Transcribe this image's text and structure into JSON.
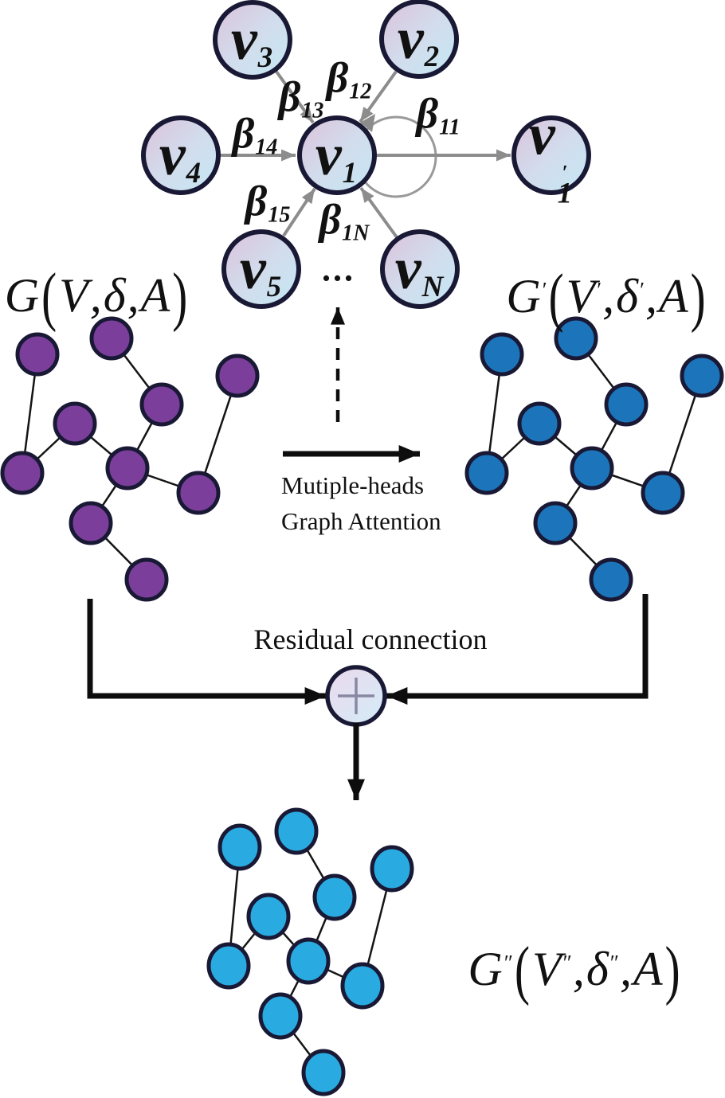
{
  "star": {
    "nodes": [
      {
        "id": "v3",
        "segs": [
          {
            "t": "v"
          },
          {
            "t": "3",
            "c": "sub"
          }
        ]
      },
      {
        "id": "v2",
        "segs": [
          {
            "t": "v"
          },
          {
            "t": "2",
            "c": "sub"
          }
        ]
      },
      {
        "id": "v4",
        "segs": [
          {
            "t": "v"
          },
          {
            "t": "4",
            "c": "sub"
          }
        ]
      },
      {
        "id": "v1",
        "segs": [
          {
            "t": "v"
          },
          {
            "t": "1",
            "c": "sub"
          }
        ]
      },
      {
        "id": "v1-prime",
        "segs": [
          {
            "t": "v"
          },
          {
            "c": "stack",
            "top": "′",
            "bot": "1"
          }
        ]
      },
      {
        "id": "v5",
        "segs": [
          {
            "t": "v"
          },
          {
            "t": "5",
            "c": "sub"
          }
        ]
      },
      {
        "id": "vN",
        "segs": [
          {
            "t": "v"
          },
          {
            "t": "N",
            "c": "sub"
          }
        ]
      }
    ],
    "betas": [
      {
        "id": "b13",
        "segs": [
          {
            "t": "β"
          },
          {
            "t": "13",
            "c": "sub"
          }
        ]
      },
      {
        "id": "b12",
        "segs": [
          {
            "t": "β"
          },
          {
            "t": "12",
            "c": "sub"
          }
        ]
      },
      {
        "id": "b14",
        "segs": [
          {
            "t": "β"
          },
          {
            "t": "14",
            "c": "sub"
          }
        ]
      },
      {
        "id": "b11",
        "segs": [
          {
            "t": "β"
          },
          {
            "t": "11",
            "c": "sub"
          }
        ]
      },
      {
        "id": "b15",
        "segs": [
          {
            "t": "β"
          },
          {
            "t": "15",
            "c": "sub"
          }
        ]
      },
      {
        "id": "b1N",
        "segs": [
          {
            "t": "β"
          },
          {
            "t": "1N",
            "c": "sub"
          }
        ]
      }
    ],
    "ellipsis": "..."
  },
  "formulas": {
    "input": {
      "segs": [
        {
          "t": "G"
        },
        {
          "t": "(",
          "c": "paren"
        },
        {
          "t": "V"
        },
        {
          "t": ","
        },
        {
          "t": "δ"
        },
        {
          "t": ","
        },
        {
          "t": "A"
        },
        {
          "t": ")",
          "c": "paren"
        }
      ]
    },
    "hidden": {
      "segs": [
        {
          "t": "G"
        },
        {
          "t": "′",
          "c": "sup"
        },
        {
          "t": "(",
          "c": "paren"
        },
        {
          "t": "V"
        },
        {
          "t": "′",
          "c": "sup"
        },
        {
          "t": ","
        },
        {
          "t": "δ"
        },
        {
          "t": "′",
          "c": "sup"
        },
        {
          "t": ","
        },
        {
          "t": "A"
        },
        {
          "t": ")",
          "c": "paren"
        }
      ]
    },
    "output": {
      "segs": [
        {
          "t": "G"
        },
        {
          "t": "″",
          "c": "sup"
        },
        {
          "t": "(",
          "c": "paren"
        },
        {
          "t": "V"
        },
        {
          "t": "″",
          "c": "sup"
        },
        {
          "t": ","
        },
        {
          "t": "δ"
        },
        {
          "t": "″",
          "c": "sup"
        },
        {
          "t": ","
        },
        {
          "t": "A"
        },
        {
          "t": ")",
          "c": "paren"
        }
      ]
    }
  },
  "captions": {
    "attention_line1": "Mutiple-heads",
    "attention_line2": "Graph Attention",
    "residual": "Residual connection"
  },
  "icons": {
    "plus": "+",
    "up_dashed_arrow": "dashed arrow up",
    "right_arrow": "arrow right"
  },
  "colors": {
    "node_gradient_start": "#dcc2dc",
    "node_gradient_end": "#c5e8f5",
    "node_border": "#191935",
    "input_graph_purple": "#7b3f9b",
    "hidden_graph_blue": "#1c75bb",
    "output_graph_cyan": "#29abe2",
    "arrow_grey": "#8c8c8c",
    "line_black": "#111111"
  }
}
